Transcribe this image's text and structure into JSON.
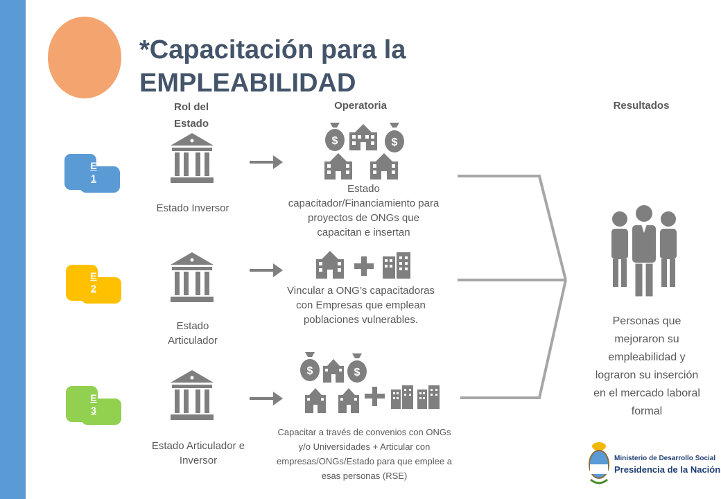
{
  "title": {
    "line1": "*Capacitación para la",
    "line2": "EMPLEABILIDAD"
  },
  "columns": {
    "rol": "Rol del Estado",
    "operatoria": "Operatoria",
    "resultados": "Resultados"
  },
  "rows": [
    {
      "badge": "E\n1",
      "badge_color": "#5b9bd5",
      "rol_label": "Estado Inversor",
      "operatoria_text": "Estado capacitador/Financiamiento para proyectos de ONGs que  capacitan e insertan"
    },
    {
      "badge": "E\n2",
      "badge_color": "#ffc000",
      "rol_label": "Estado Articulador",
      "operatoria_text": "Vincular a ONG’s capacitadoras con Empresas que emplean poblaciones vulnerables."
    },
    {
      "badge": "E\n3",
      "badge_color": "#92d050",
      "rol_label": "Estado Articulador e Inversor",
      "operatoria_text": "Capacitar a través de convenios con ONGs y/o Universidades + Articular con empresas/ONGs/Estado para que emplee a esas personas (RSE)"
    }
  ],
  "result_text": "Personas que mejoraron su empleabilidad y lograron su inserción en el mercado laboral formal",
  "logo": {
    "line1": "Ministerio de Desarrollo Social",
    "line2": "Presidencia de la Nación"
  },
  "colors": {
    "sidebar": "#5b9bd5",
    "circle": "#f4a46f",
    "title": "#44546a",
    "icon_gray": "#7f7f7f",
    "connector_gray": "#a6a6a6"
  }
}
